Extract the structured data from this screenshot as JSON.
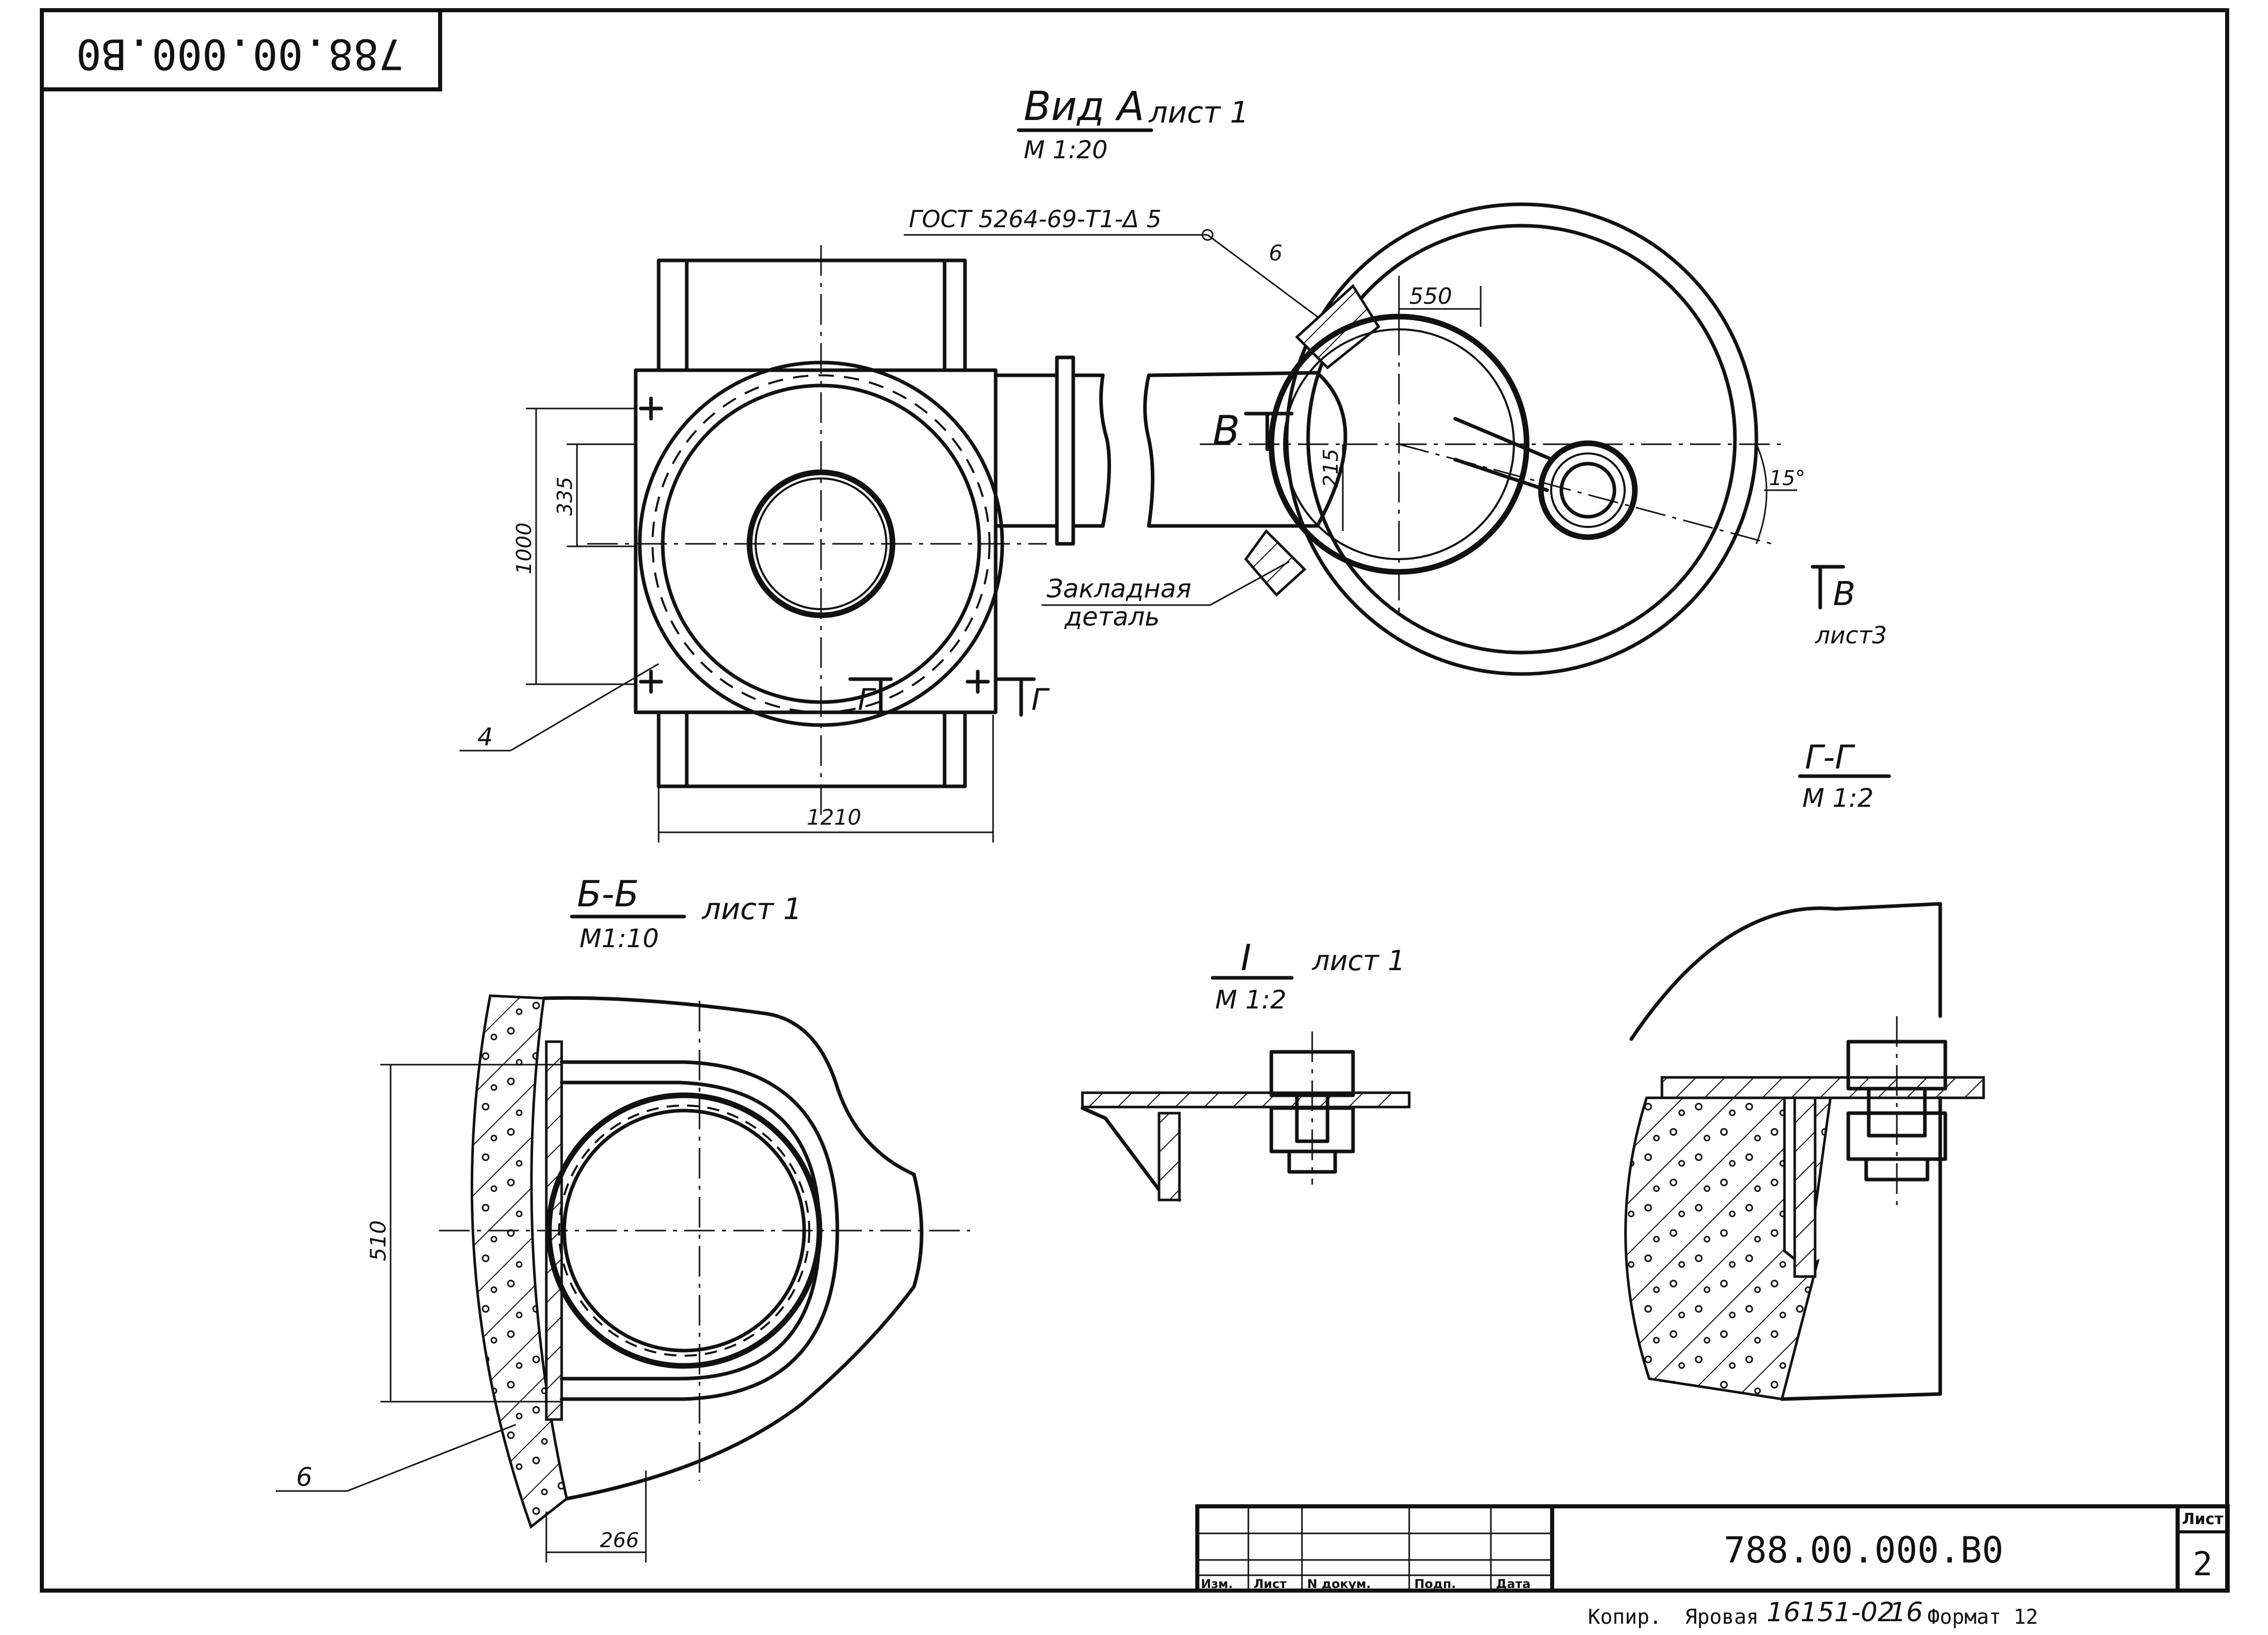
{
  "stamp_top": "788.00.000.В0",
  "view_a": {
    "title": "Вид А",
    "sheet": "лист 1",
    "scale": "М 1:20"
  },
  "gost_note": "ГОСТ 5264-69-Т1-Δ 5",
  "callouts": {
    "c6_top": "6",
    "c4": "4",
    "c6_bottom": "6"
  },
  "dimensions": {
    "d550": "550",
    "d215": "215",
    "d15": "15°",
    "d335": "335",
    "d1000": "1000",
    "d1210": "1210",
    "d510": "510",
    "d266": "266"
  },
  "zakladnaya": {
    "line1": "Закладная",
    "line2": "деталь"
  },
  "section_marks": {
    "v_letter": "В",
    "v_sheet": "лист3",
    "g_left": "Г",
    "g_right": "Г"
  },
  "section_gg": {
    "title": "Г-Г",
    "scale": "М 1:2"
  },
  "section_bb": {
    "title": "Б-Б",
    "sheet": "лист 1",
    "scale": "М1:10"
  },
  "detail_i": {
    "title": "I",
    "sheet": "лист 1",
    "scale": "М 1:2"
  },
  "title_block": {
    "headers": [
      "Изм.",
      "Лист",
      "N докум.",
      "Подп.",
      "Дата"
    ],
    "designation": "788.00.000.В0",
    "sheet_label": "Лист",
    "sheet_number": "2"
  },
  "footer": {
    "copied": "Копир.",
    "name": "Яровая",
    "number": "16151-02",
    "sheet": "16",
    "format": "Формат 12"
  }
}
